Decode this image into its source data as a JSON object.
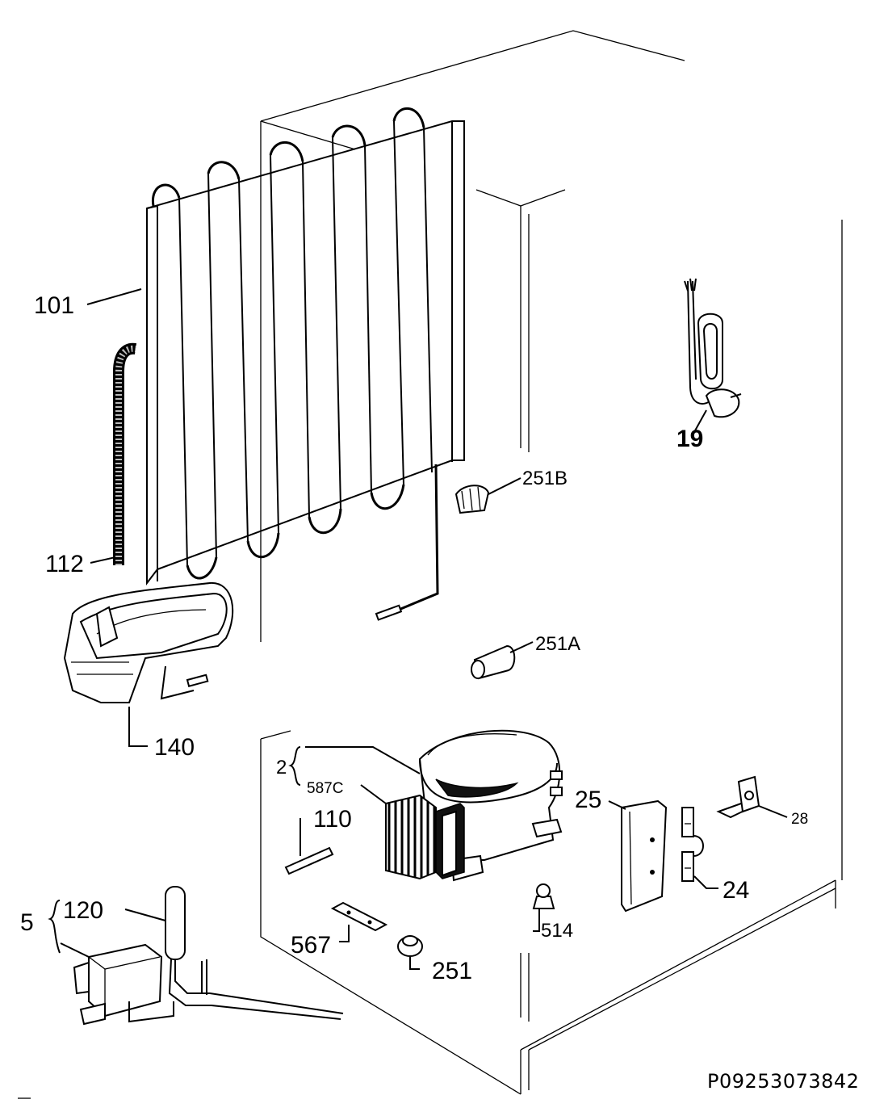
{
  "labels": {
    "l101": "101",
    "l112": "112",
    "l140": "140",
    "l19": "19",
    "l251B": "251B",
    "l251A": "251A",
    "l2": "2",
    "l587C": "587C",
    "l110": "110",
    "l5": "5",
    "l120": "120",
    "l567": "567",
    "l251": "251",
    "l514": "514",
    "l25": "25",
    "l24": "24",
    "l28": "28"
  },
  "reference_code": "P09253073842"
}
